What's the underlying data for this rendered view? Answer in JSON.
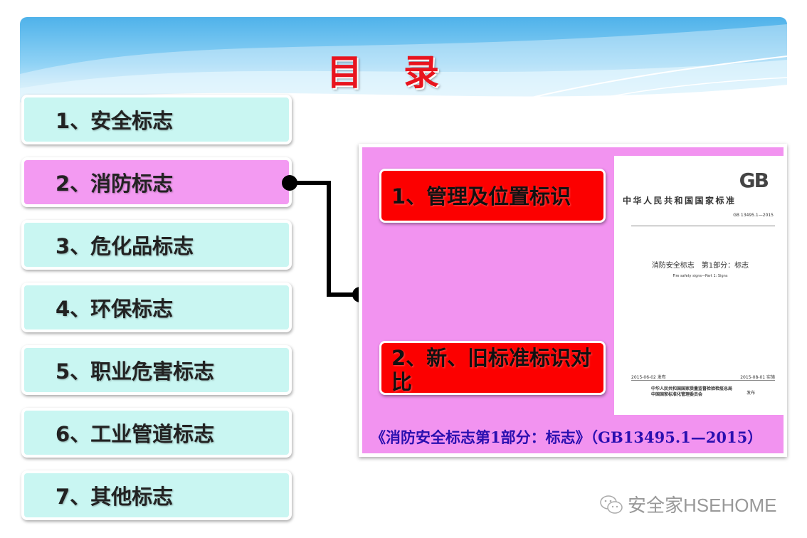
{
  "title": "目录",
  "title_chars": [
    "目",
    "录"
  ],
  "menu": [
    {
      "label": "1、安全标志",
      "active": false
    },
    {
      "label": "2、消防标志",
      "active": true
    },
    {
      "label": "3、危化品标志",
      "active": false
    },
    {
      "label": "4、环保标志",
      "active": false
    },
    {
      "label": "5、职业危害标志",
      "active": false
    },
    {
      "label": "6、工业管道标志",
      "active": false
    },
    {
      "label": "7、其他标志",
      "active": false
    }
  ],
  "panel": {
    "sub_items": [
      "1、管理及位置标识",
      "2、新、旧标准标识对比"
    ],
    "caption": "《消防安全标志第1部分：标志》（GB13495.1—2015）",
    "document": {
      "logo": "GB",
      "national_standard": "中华人民共和国国家标准",
      "code": "GB 13495.1—2015",
      "name": "消防安全标志　第1部分：标志",
      "english_name": "Fire safety signs—Part 1: Signs",
      "issue_date": "2015-06-02 发布",
      "effective_date": "2015-08-01 实施",
      "publisher_1": "中华人民共和国国家质量监督检验检疫总局",
      "publisher_2": "中国国家标准化管理委员会",
      "publish_verb": "发布"
    }
  },
  "watermark": {
    "icon": "wechat-icon",
    "text": "安全家HSEHOME"
  },
  "colors": {
    "title": "#e8141e",
    "active_item": "#f39af2",
    "item": "#c9f6f2",
    "panel": "#f293f0",
    "sub_item": "#fc0000",
    "caption": "#2a0fb0"
  }
}
